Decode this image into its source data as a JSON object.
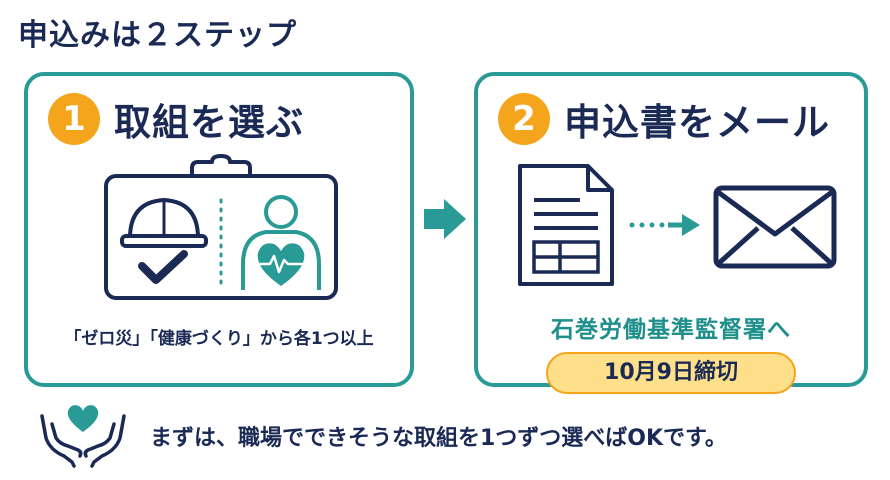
{
  "heading": "申込みは２ステップ",
  "steps": [
    {
      "number": "1",
      "title": "取組を選ぶ",
      "note": "「ゼロ災」「健康づくり」から各1つ以上",
      "icons": [
        "clipboard-icon",
        "hard-hat-icon",
        "checkmark-icon",
        "person-heart-icon"
      ]
    },
    {
      "number": "2",
      "title": "申込書をメール",
      "destination": "石巻労働基準監督署へ",
      "deadline": "10月9日締切",
      "icons": [
        "document-icon",
        "dotted-arrow-icon",
        "envelope-icon"
      ]
    }
  ],
  "footer": {
    "text": "まずは、職場でできそうな取組を1つずつ選べばOKです。",
    "icon": "hands-heart-icon"
  },
  "colors": {
    "navy": "#1b2a55",
    "teal": "#2a9a96",
    "orange": "#f5a51b",
    "pill": "#ffe08a"
  }
}
